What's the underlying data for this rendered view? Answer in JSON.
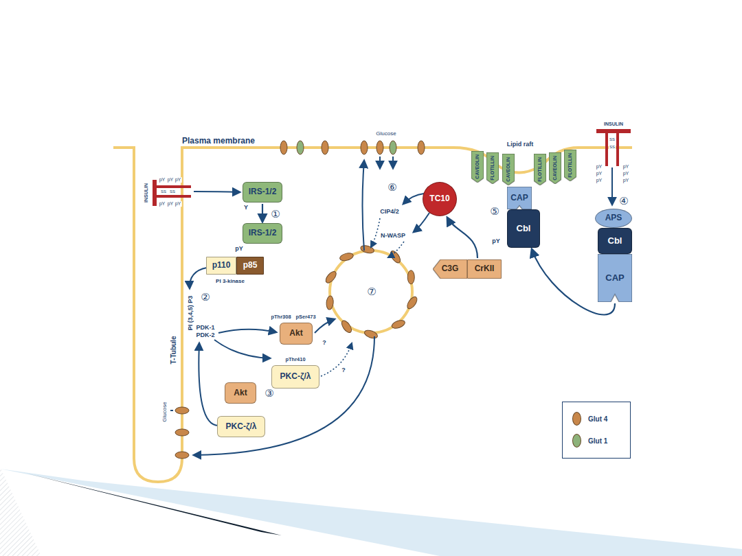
{
  "diagram": {
    "nodes": [
      {
        "text": [
          "IRS-1/2"
        ]
      },
      {
        "text": [
          "IRS-1/2"
        ]
      },
      {
        "text": [
          "p110"
        ]
      },
      {
        "text": [
          "p85"
        ]
      },
      {
        "text": [
          "Akt"
        ]
      },
      {
        "text": [
          "PKC-ζ/λ"
        ]
      },
      {
        "text": [
          "Akt"
        ]
      },
      {
        "text": [
          "PKC-ζ/λ"
        ]
      },
      {
        "text": [
          "TC10"
        ]
      },
      {
        "text": [
          "C3G"
        ]
      },
      {
        "text": [
          "CrKII"
        ]
      },
      {
        "text": [
          "CAVEOLIN"
        ]
      },
      {
        "text": [
          "FLOTILLIN"
        ]
      },
      {
        "text": [
          "CAVEOLIN"
        ]
      },
      {
        "text": [
          "FLOTILLIN"
        ]
      },
      {
        "text": [
          "CAVEOLIN"
        ]
      },
      {
        "text": [
          "FLOTILLIN"
        ]
      },
      {
        "text": [
          "CAP"
        ]
      },
      {
        "text": [
          "Cbl"
        ]
      },
      {
        "text": [
          "APS"
        ]
      },
      {
        "text": [
          "Cbl"
        ]
      },
      {
        "text": [
          "CAP"
        ]
      }
    ],
    "edges": [
      {
        "from": 0,
        "to": 1,
        "arrow": "to"
      },
      {
        "from": 10,
        "to": 8,
        "arrow": "to"
      },
      {
        "from": 21,
        "to": 18,
        "arrow": "to"
      }
    ],
    "labels": [
      "Plasma membrane",
      "Glucose",
      "INSULIN",
      "SS",
      "SS",
      "pY",
      "pY",
      "pY",
      "pY",
      "pY",
      "pY",
      "Y",
      "pY",
      "①",
      "PI 3-kinase",
      "PI (3,4,5) P3",
      "②",
      "PDK-1",
      "PDK-2",
      "pThr308",
      "pSer473",
      "?",
      "pThr410",
      "?",
      "③",
      "T-Tubule",
      "Glucose",
      "⑥",
      "CIP4/2",
      "N-WASP",
      "⑦",
      "Lipid raft",
      "⑤",
      "pY",
      "INSULIN",
      "SS",
      "SS",
      "pY",
      "pY",
      "pY",
      "pY",
      "pY",
      "pY",
      "④"
    ],
    "legend": [
      {
        "text": "Glut 4",
        "color": "#c8874a"
      },
      {
        "text": "Glut 1",
        "color": "#8db27a"
      }
    ]
  }
}
